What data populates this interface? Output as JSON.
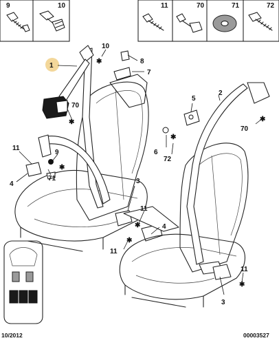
{
  "header_boxes": {
    "left": [
      "9",
      "10"
    ],
    "right": [
      "11",
      "70",
      "71",
      "72"
    ]
  },
  "callouts": {
    "c1": "1",
    "c2": "2",
    "c3a": "3",
    "c3b": "3",
    "c4a": "4",
    "c4b": "4",
    "c5": "5",
    "c6": "6",
    "c7": "7",
    "c8": "8",
    "c9": "9",
    "c10": "10",
    "c11a": "11",
    "c11b": "11",
    "c11c": "11",
    "c11d": "11",
    "c70a": "70",
    "c70b": "70",
    "c71": "71",
    "c72": "72"
  },
  "footer": {
    "date": "10/2012",
    "code": "00003527"
  },
  "colors": {
    "line": "#222222",
    "highlight": "#f3d79a",
    "background": "#ffffff"
  }
}
